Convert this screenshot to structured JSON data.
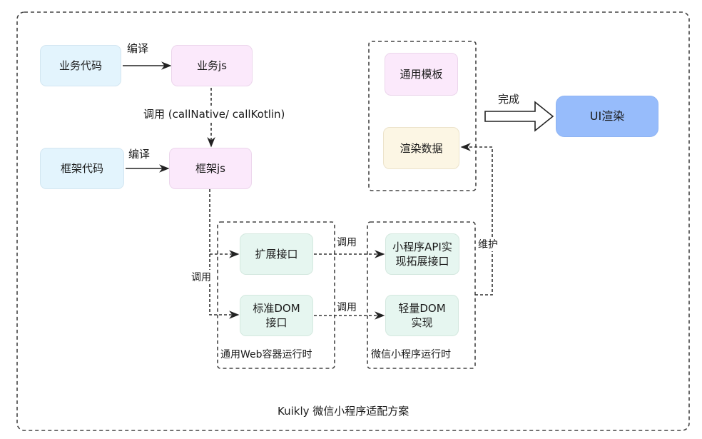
{
  "diagram": {
    "caption": "Kuikly 微信小程序适配方案",
    "nodes": {
      "business_code": "业务代码",
      "business_js": "业务js",
      "framework_code": "框架代码",
      "framework_js": "框架js",
      "generic_template": "通用模板",
      "render_data": "渲染数据",
      "ui_render": "UI渲染",
      "extension_interface": "扩展接口",
      "standard_dom_interface_l1": "标准DOM",
      "standard_dom_interface_l2": "接口",
      "miniprogram_api_l1": "小程序API实",
      "miniprogram_api_l2": "现拓展接口",
      "light_dom_l1": "轻量DOM",
      "light_dom_l2": "实现"
    },
    "groups": {
      "web_runtime": "通用Web容器运行时",
      "wechat_runtime": "微信小程序运行时"
    },
    "edges": {
      "compile_business": "编译",
      "compile_framework": "编译",
      "call_native": "调用 (callNative/ callKotlin)",
      "call_left": "调用",
      "call_extension": "调用",
      "call_dom": "调用",
      "maintain": "维护",
      "complete": "完成"
    },
    "colors": {
      "code_box": "#e3f4fd",
      "js_box": "#fbe9fb",
      "interface_box": "#e6f6f0",
      "data_box": "#fcf6e4",
      "ui_box": "#97bcfb",
      "line": "#333333"
    }
  }
}
